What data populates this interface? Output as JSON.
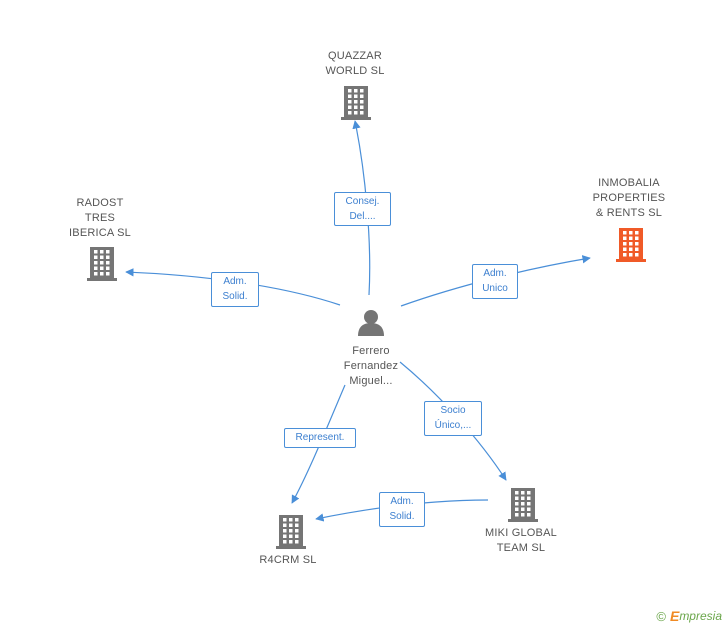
{
  "colors": {
    "edge": "#4a8fd8",
    "company": "#757575",
    "highlight": "#f05a28",
    "person": "#757575"
  },
  "center": {
    "icon": "person-icon",
    "label": [
      "Ferrero",
      "Fernandez",
      "Miguel..."
    ]
  },
  "companies": {
    "quazzar": {
      "icon": "building-icon",
      "label": [
        "QUAZZAR",
        "WORLD  SL"
      ]
    },
    "radost": {
      "icon": "building-icon",
      "label": [
        "RADOST",
        "TRES",
        "IBERICA SL"
      ]
    },
    "inmobalia": {
      "icon": "building-icon",
      "label": [
        "INMOBALIA",
        "PROPERTIES",
        "& RENTS SL"
      ]
    },
    "r4crm": {
      "icon": "building-icon",
      "label": [
        "R4CRM  SL"
      ]
    },
    "miki": {
      "icon": "building-icon",
      "label": [
        "MIKI GLOBAL",
        "TEAM  SL"
      ]
    }
  },
  "relations": {
    "quazzar": [
      "Consej.",
      "Del...."
    ],
    "radost": [
      "Adm.",
      "Solid."
    ],
    "inmobalia": [
      "Adm.",
      "Unico"
    ],
    "r4crm": [
      "Represent."
    ],
    "miki": [
      "Socio",
      "Único,..."
    ],
    "miki_r4crm": [
      "Adm.",
      "Solid."
    ]
  },
  "footer": {
    "copyright": "©",
    "brand_initial": "E",
    "brand_rest": "mpresia"
  }
}
